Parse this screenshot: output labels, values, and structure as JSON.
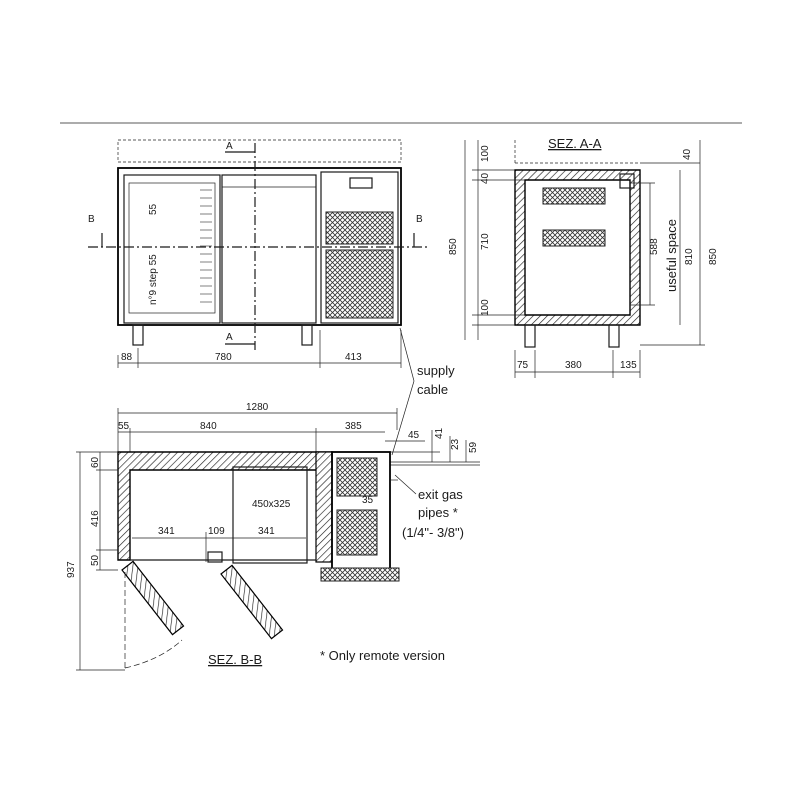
{
  "front_view": {
    "section_marker_a": "A",
    "section_marker_b": "B",
    "shelf_note": "n°9 step 55",
    "shelf_step": "55",
    "dim_left": "88",
    "dim_middle": "780",
    "dim_right": "413",
    "dim_height": "850"
  },
  "section_aa": {
    "title": "SEZ. A-A",
    "dim_top": "100",
    "dim_upper": "40",
    "dim_mid": "710",
    "dim_bottom": "100",
    "dim_right_top": "40",
    "dim_useful": "588",
    "useful_label": "useful space",
    "dim_810": "810",
    "dim_850": "850",
    "dim_foot_left": "75",
    "dim_width": "380",
    "dim_foot_right": "135"
  },
  "section_bb": {
    "title": "SEZ. B-B",
    "dim_total": "1280",
    "dim_55": "55",
    "dim_840": "840",
    "dim_385": "385",
    "dim_45": "45",
    "dim_41": "41",
    "dim_23": "23",
    "dim_59": "59",
    "dim_60": "60",
    "dim_416": "416",
    "dim_50": "50",
    "dim_937": "937",
    "dim_341a": "341",
    "dim_109": "109",
    "dim_341b": "341",
    "tray_size": "450x325",
    "dim_35": "35"
  },
  "annotations": {
    "supply_cable_1": "supply",
    "supply_cable_2": "cable",
    "exit_gas_1": "exit gas",
    "exit_gas_2": "pipes *",
    "exit_gas_3": "(1/4\"- 3/8\")",
    "remote_note": "* Only remote version"
  }
}
